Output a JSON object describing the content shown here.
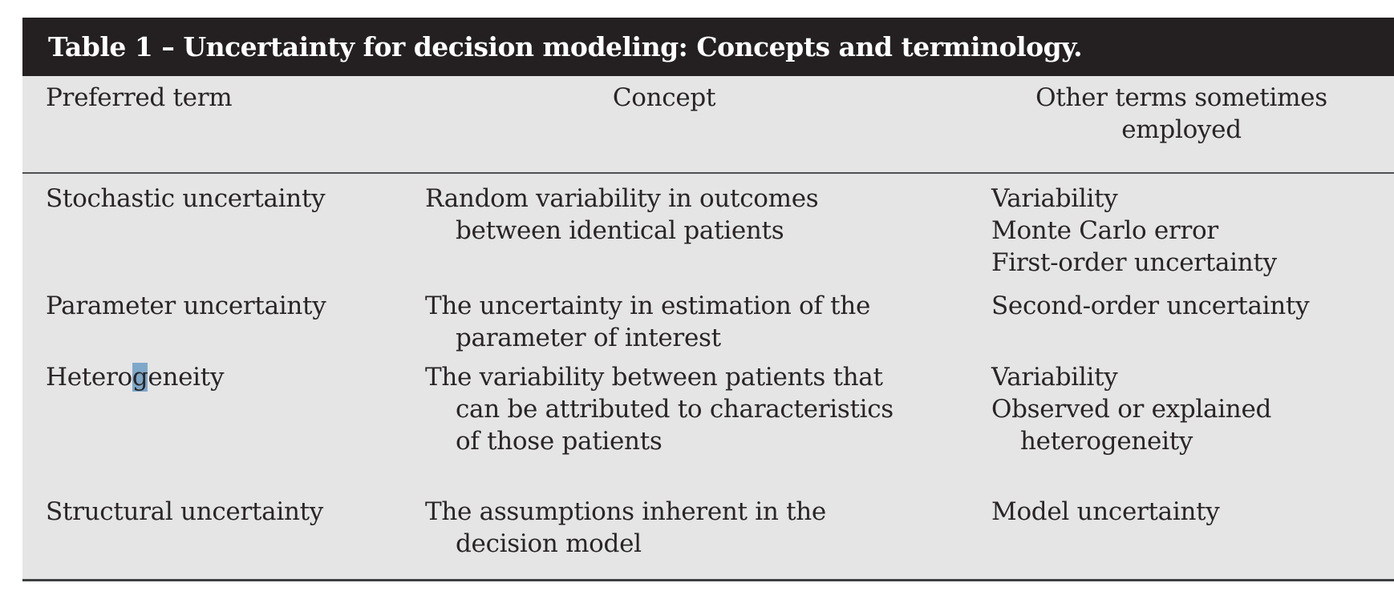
{
  "title": "Table 1 – Uncertainty for decision modeling: Concepts and terminology.",
  "columns": [
    "Preferred term",
    "Concept",
    "Other terms sometimes employed"
  ],
  "rows": [
    {
      "term": "Stochastic uncertainty",
      "concept": "Random variability in outcomes between identical patients",
      "concept_lines": [
        "Random variability in outcomes",
        "between identical patients"
      ],
      "other_terms": [
        "Variability",
        "Monte Carlo error",
        "First-order uncertainty"
      ],
      "other_terms_lines": [
        [
          "Variability"
        ],
        [
          "Monte Carlo error"
        ],
        [
          "First-order uncertainty"
        ]
      ]
    },
    {
      "term": "Parameter uncertainty",
      "concept": "The uncertainty in estimation of the parameter of interest",
      "concept_lines": [
        "The uncertainty in estimation of the",
        "parameter of interest"
      ],
      "other_terms": [
        "Second-order uncertainty"
      ],
      "other_terms_lines": [
        [
          "Second-order uncertainty"
        ]
      ]
    },
    {
      "term": "Heterogeneity",
      "term_parts": {
        "before": "Hetero",
        "selected": "g",
        "after": "eneity"
      },
      "concept": "The variability between patients that can be attributed to characteristics of those patients",
      "concept_lines": [
        "The variability between patients that",
        "can be attributed to characteristics",
        "of those patients"
      ],
      "other_terms": [
        "Variability",
        "Observed or explained heterogeneity"
      ],
      "other_terms_lines": [
        [
          "Variability"
        ],
        [
          "Observed or explained",
          "heterogeneity"
        ]
      ]
    },
    {
      "term": "Structural uncertainty",
      "concept": "The assumptions inherent in the decision model",
      "concept_lines": [
        "The assumptions inherent in the",
        "decision model"
      ],
      "other_terms": [
        "Model uncertainty"
      ],
      "other_terms_lines": [
        [
          "Model uncertainty"
        ]
      ]
    }
  ],
  "selection": {
    "term": "Heterogeneity",
    "selected_text": "g"
  },
  "colors": {
    "header_bar_bg": "#242021",
    "header_bar_text": "#ffffff",
    "table_bg": "#e5e5e6",
    "text": "#292526",
    "selection_highlight": "#7ea8c9",
    "header_rule": "#4e4f51",
    "bottom_rule": "#3e3f41"
  }
}
